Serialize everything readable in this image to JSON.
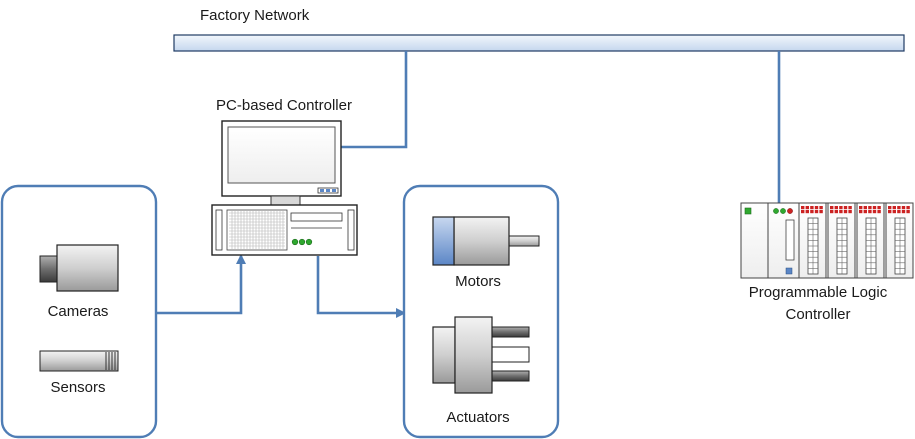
{
  "network": {
    "label": "Factory Network"
  },
  "pc": {
    "label": "PC-based Controller"
  },
  "inputs": {
    "cameras_label": "Cameras",
    "sensors_label": "Sensors"
  },
  "outputs": {
    "motors_label": "Motors",
    "actuators_label": "Actuators"
  },
  "plc": {
    "label_line1": "Programmable Logic",
    "label_line2": "Controller"
  },
  "colors": {
    "bus_fill": "#dbe7f5",
    "bus_stroke": "#1f3b63",
    "connector": "#4f7db5",
    "group_border": "#4f7db5",
    "device_gray": "#c9c9c9",
    "motor_accent": "#5b86c6",
    "led_green": "#2fa82f",
    "led_red": "#cc2222"
  }
}
